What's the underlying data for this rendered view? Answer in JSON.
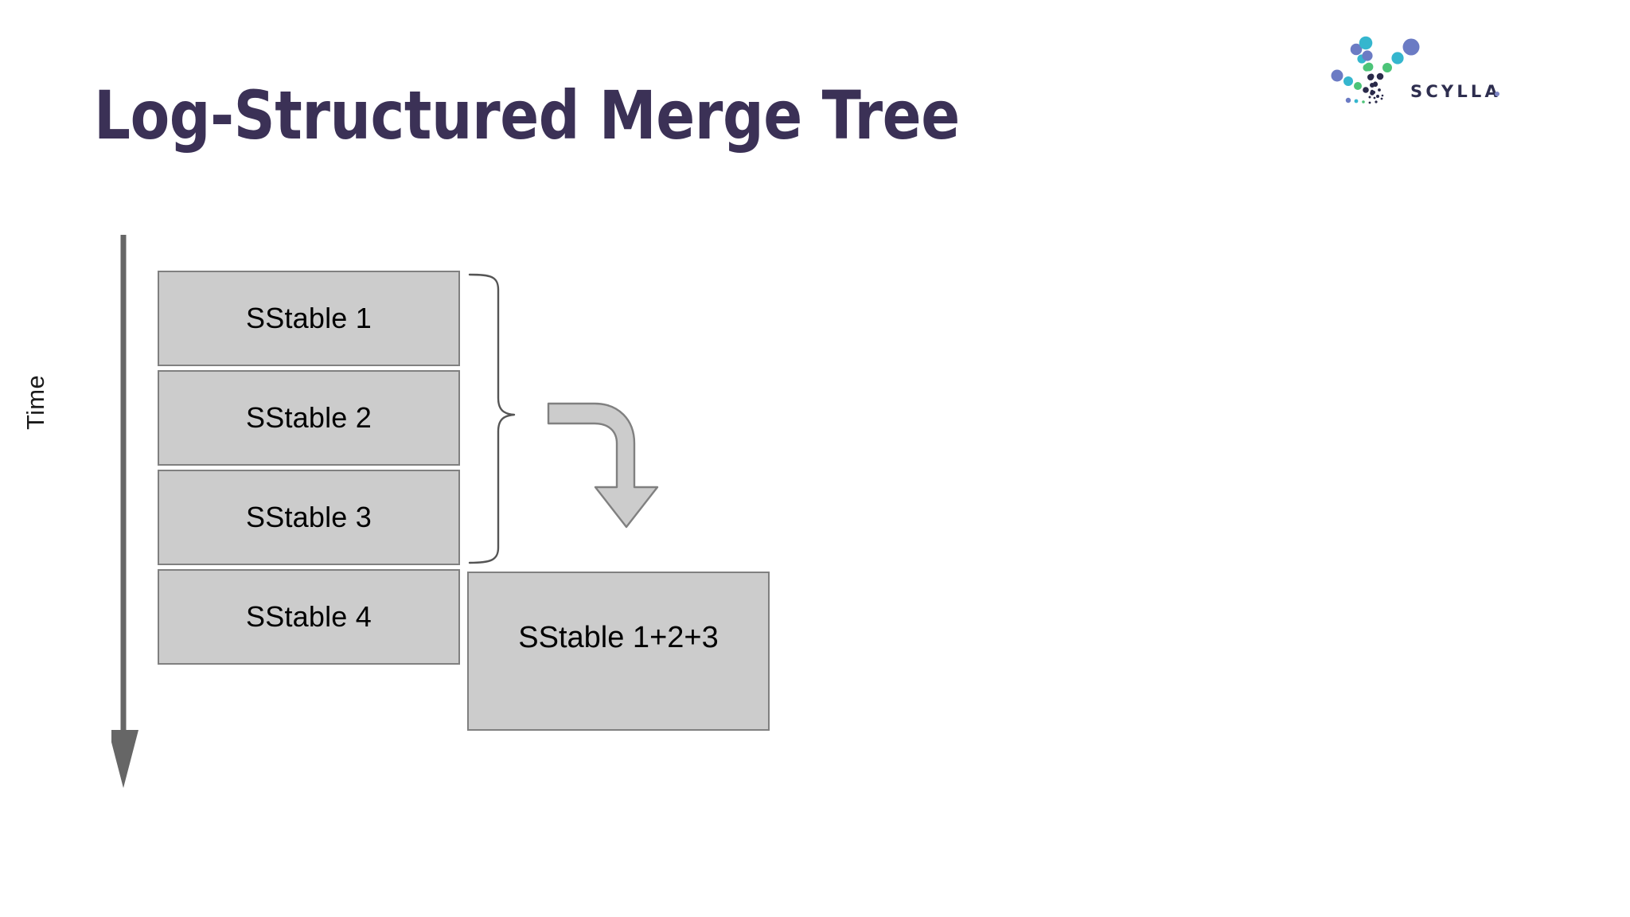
{
  "slide": {
    "title": "Log-Structured Merge Tree",
    "background_color": "#FFFFFF",
    "title_color": "#3B3156"
  },
  "logo": {
    "wordmark": "SCYLLA",
    "name": "scylla-logo",
    "colors": {
      "teal": "#3BB8D4",
      "cyan": "#35B6CE",
      "green": "#4CC478",
      "periwinkle": "#6B7BC4",
      "navy": "#2A2A4A",
      "wordmark": "#2E2E4F"
    }
  },
  "diagram": {
    "axis": {
      "label": "Time",
      "direction": "down",
      "color": "#666666"
    },
    "sstables": [
      {
        "label": "SStable 1"
      },
      {
        "label": "SStable 2"
      },
      {
        "label": "SStable 3"
      },
      {
        "label": "SStable 4"
      }
    ],
    "brace": {
      "covers": [
        "SStable 1",
        "SStable 2",
        "SStable 3"
      ],
      "color": "#555555"
    },
    "arrow": {
      "kind": "bent-block-arrow",
      "from": "brace",
      "to": "merged-sstable",
      "fill": "#CCCCCC",
      "stroke": "#808080"
    },
    "merged": {
      "label": "SStable 1+2+3"
    },
    "box_style": {
      "fill": "#CCCCCC",
      "stroke": "#808080"
    }
  }
}
